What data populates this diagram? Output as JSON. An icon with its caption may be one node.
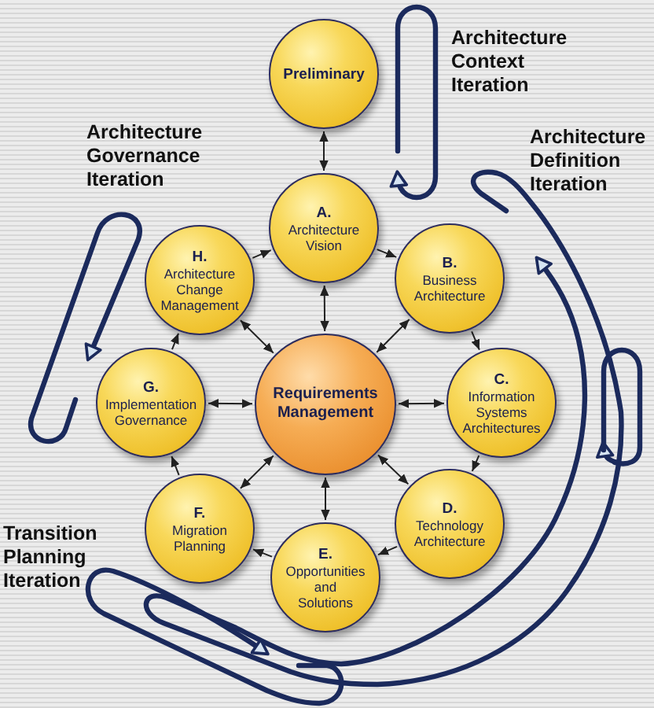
{
  "diagram": {
    "nodes": [
      {
        "text": [
          "Preliminary"
        ]
      },
      {
        "text": [
          "A.",
          "Architecture Vision"
        ]
      },
      {
        "text": [
          "B.",
          "Business Architecture"
        ]
      },
      {
        "text": [
          "C.",
          "Information Systems Architectures"
        ]
      },
      {
        "text": [
          "D.",
          "Technology Architecture"
        ]
      },
      {
        "text": [
          "E.",
          "Opportunities and Solutions"
        ]
      },
      {
        "text": [
          "F.",
          "Migration Planning"
        ]
      },
      {
        "text": [
          "G.",
          "Implementation Governance"
        ]
      },
      {
        "text": [
          "H.",
          "Architecture Change Management"
        ]
      },
      {
        "text": [
          "Requirements Management"
        ]
      }
    ],
    "edges": [
      {
        "from": 0,
        "to": 1,
        "arrow": "both"
      },
      {
        "from": 1,
        "to": 2,
        "arrow": "to"
      },
      {
        "from": 2,
        "to": 3,
        "arrow": "to"
      },
      {
        "from": 3,
        "to": 4,
        "arrow": "to"
      },
      {
        "from": 4,
        "to": 5,
        "arrow": "to"
      },
      {
        "from": 5,
        "to": 6,
        "arrow": "to"
      },
      {
        "from": 6,
        "to": 7,
        "arrow": "to"
      },
      {
        "from": 7,
        "to": 8,
        "arrow": "to"
      },
      {
        "from": 8,
        "to": 1,
        "arrow": "to"
      },
      {
        "from": 9,
        "to": 1,
        "arrow": "both"
      },
      {
        "from": 9,
        "to": 2,
        "arrow": "both"
      },
      {
        "from": 9,
        "to": 3,
        "arrow": "both"
      },
      {
        "from": 9,
        "to": 4,
        "arrow": "both"
      },
      {
        "from": 9,
        "to": 5,
        "arrow": "both"
      },
      {
        "from": 9,
        "to": 6,
        "arrow": "both"
      },
      {
        "from": 9,
        "to": 7,
        "arrow": "both"
      },
      {
        "from": 9,
        "to": 8,
        "arrow": "both"
      }
    ],
    "labels": [
      "Architecture Context Iteration",
      "Architecture Governance Iteration",
      "Architecture Definition Iteration",
      "Transition Planning Iteration"
    ]
  }
}
